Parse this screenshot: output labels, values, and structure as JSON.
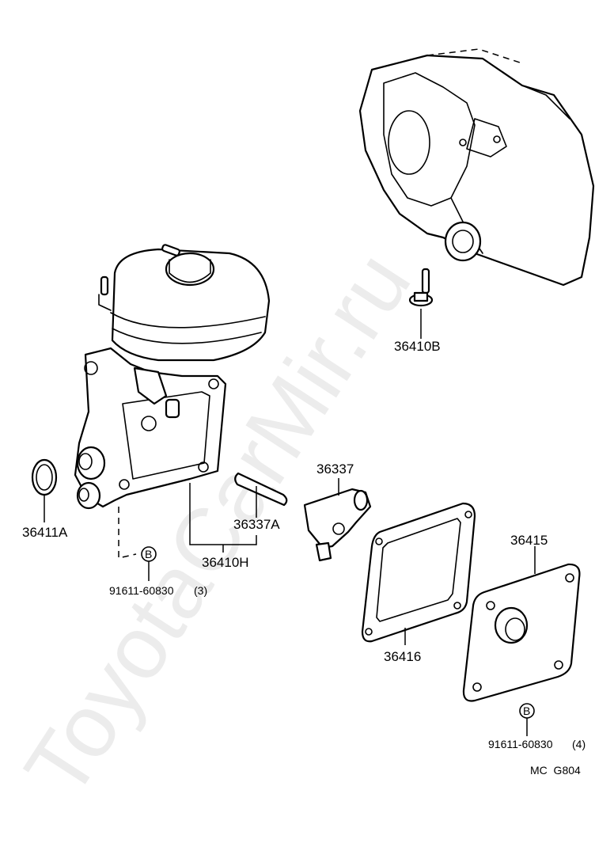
{
  "watermark": "ToyotaCarMir.ru",
  "figure_code": "MC  G804",
  "labels": {
    "p36410B": "36410B",
    "p36337": "36337",
    "p36337A": "36337A",
    "p36410H": "36410H",
    "p36411A": "36411A",
    "p36415": "36415",
    "p36416": "36416",
    "bolt_left_part": "91611-60830",
    "bolt_left_qty": "(3)",
    "bolt_right_part": "91611-60830",
    "bolt_right_qty": "(4)",
    "bolt_marker_left": "B",
    "bolt_marker_right": "B"
  }
}
